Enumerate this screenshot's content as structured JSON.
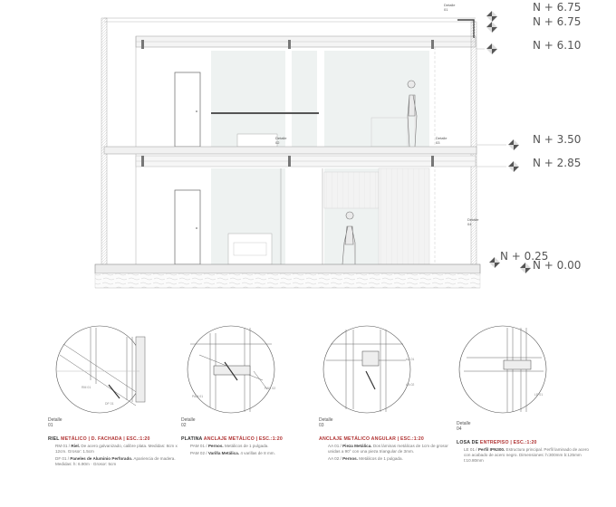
{
  "levels": [
    {
      "label": "N + 6.75"
    },
    {
      "label": "N + 6.75"
    },
    {
      "label": "N + 6.10"
    },
    {
      "label": "N + 3.50"
    },
    {
      "label": "N + 2.85"
    },
    {
      "label": "N + 0.25"
    },
    {
      "label": "N + 0.00"
    }
  ],
  "section_tags": {
    "d1": [
      "Detalle",
      "01"
    ],
    "d2": [
      "Detalle",
      "02"
    ],
    "d3": [
      "Detalle",
      "03"
    ],
    "d4": [
      "Detalle",
      "04"
    ]
  },
  "details": [
    {
      "label": [
        "Detalle",
        "01"
      ],
      "title_pre": "RIEL ",
      "title_acc": "METÁLICO",
      "title_rest": " | D. FACHADA | ESC.:1:20",
      "items": [
        {
          "code": "RM 01",
          "name": "Riel.",
          "text": "De acero galvanizado, calibre plata. Medidas: 8cm x 12cm. Grosor: 1.5cm"
        },
        {
          "code": "DF 01",
          "name": "Paneles de Aluminio Perforado.",
          "text": "Apariencia de madera. Medidas: h: 6.90m · Grosor: 5cm"
        }
      ]
    },
    {
      "label": [
        "Detalle",
        "02"
      ],
      "title_pre": "PLATINA ",
      "title_acc": "ANCLAJE METÁLICO",
      "title_rest": " | ESC.:1:20",
      "items": [
        {
          "code": "PAM 01",
          "name": "Pernos.",
          "text": "Metálicos de 1 pulgada."
        },
        {
          "code": "PAM 02",
          "name": "Varilla Metálica.",
          "text": "4 varillas de 8 mm."
        }
      ]
    },
    {
      "label": [
        "Detalle",
        "03"
      ],
      "title_pre": "",
      "title_acc": "ANCLAJE METÁLICO ANGULAR",
      "title_rest": " | ESC.:1:20",
      "items": [
        {
          "code": "AA 01",
          "name": "Pieza Metálica.",
          "text": "Dos láminas metálicas de 1cm de grosor unidas a 90° con una pieza triangular de 3mm."
        },
        {
          "code": "AA 02",
          "name": "Pernos.",
          "text": "Metálicos de 1 pulgada."
        }
      ]
    },
    {
      "label": [
        "Detalle",
        "04"
      ],
      "title_pre": "LOSA DE ",
      "title_acc": "ENTREPISO",
      "title_rest": " | ESC.:1:20",
      "items": [
        {
          "code": "LE 01",
          "name": "Perfil IPN300.",
          "text": "Estructura principal. Perfil laminado de acero con acabado de acero negro. Dimensiones: h:300mm b:125mm t:10.80mm"
        }
      ]
    }
  ],
  "detail_callouts": [
    "RM 01",
    "DF 01",
    "PAM 01",
    "PAM 02",
    "AA 01",
    "AA 02",
    "LE 01"
  ]
}
